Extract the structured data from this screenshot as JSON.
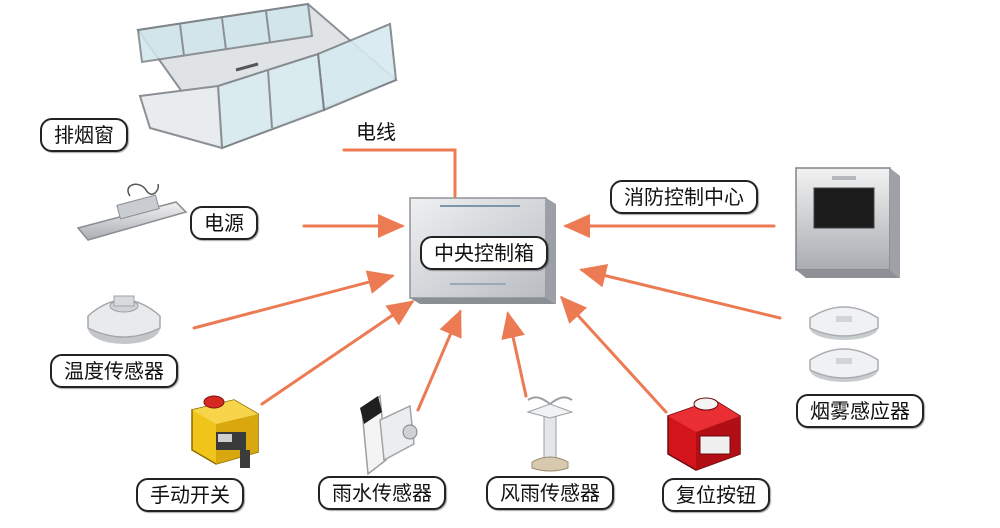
{
  "colors": {
    "arrow": "#ec7a52",
    "label_border": "#222222"
  },
  "labels": {
    "smoke_window": "排烟窗",
    "wire": "电线",
    "power": "电源",
    "fire_center": "消防控制中心",
    "control_box": "中央控制箱",
    "temp_sensor": "温度传感器",
    "smoke_sensor": "烟雾感应器",
    "manual_switch": "手动开关",
    "rain_sensor": "雨水传感器",
    "wind_rain_sensor": "风雨传感器",
    "reset_button": "复位按钮"
  },
  "icons": {
    "smoke_window": "smoke-window-icon",
    "power": "power-actuator-icon",
    "control_box": "control-box-icon",
    "fire_center": "fire-control-cabinet-icon",
    "temp_sensor": "temperature-detector-icon",
    "smoke_sensor": "smoke-detector-icon",
    "manual_switch": "manual-switch-icon",
    "rain_sensor": "rain-sensor-icon",
    "wind_rain_sensor": "wind-rain-sensor-icon",
    "reset_button": "reset-button-icon"
  }
}
